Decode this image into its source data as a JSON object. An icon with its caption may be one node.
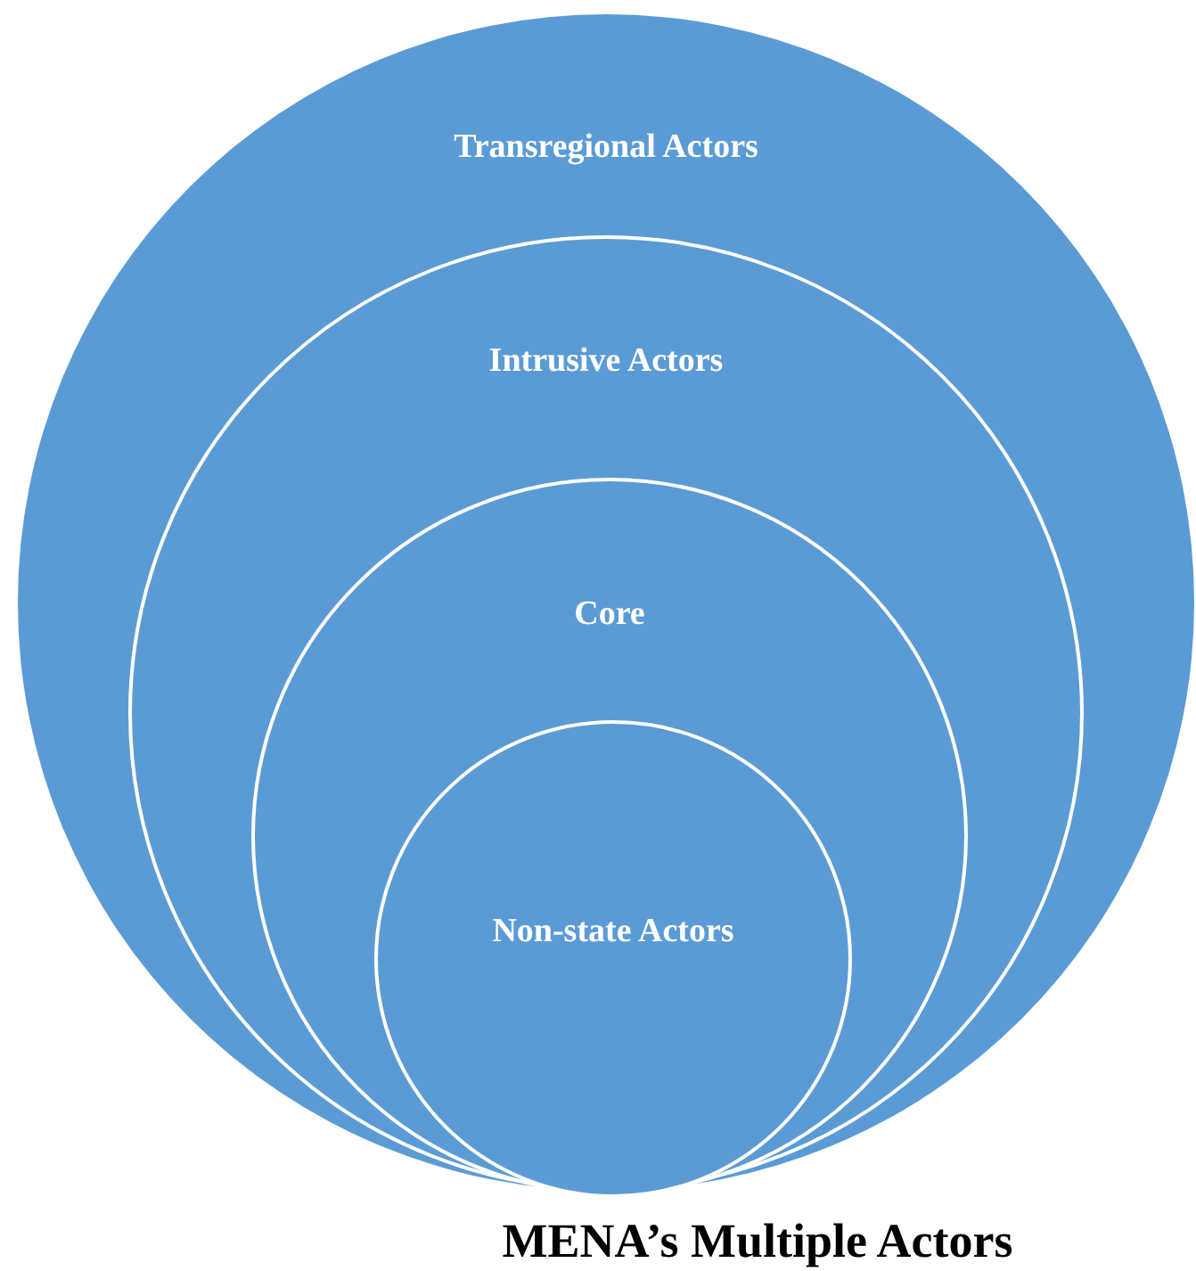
{
  "diagram": {
    "caption": "MENA’s Multiple Actors",
    "nodes": [
      {
        "text": [
          "Transregional Actors"
        ]
      },
      {
        "text": [
          "Intrusive Actors"
        ],
        "in": 0
      },
      {
        "text": [
          "Core"
        ],
        "in": 1
      },
      {
        "text": [
          "Non-state Actors"
        ],
        "in": 2
      }
    ]
  }
}
